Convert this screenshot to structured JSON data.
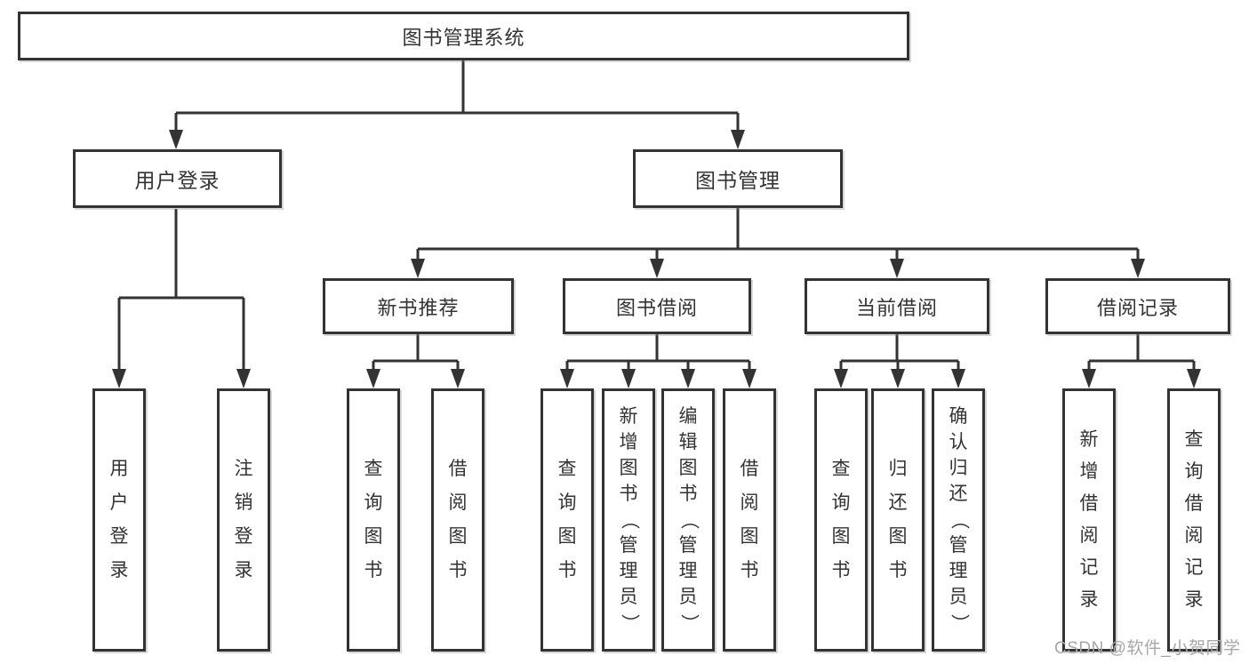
{
  "tree": {
    "root": "图书管理系统",
    "branches": [
      {
        "label": "用户登录",
        "children": [
          "用户登录",
          "注销登录"
        ]
      },
      {
        "label": "图书管理",
        "children": [
          {
            "label": "新书推荐",
            "children": [
              "查询图书",
              "借阅图书"
            ]
          },
          {
            "label": "图书借阅",
            "children": [
              "查询图书",
              "新增图书（管理员）",
              "编辑图书（管理员）",
              "借阅图书"
            ]
          },
          {
            "label": "当前借阅",
            "children": [
              "查询图书",
              "归还图书",
              "确认归还（管理员）"
            ]
          },
          {
            "label": "借阅记录",
            "children": [
              "新增借阅记录",
              "查询借阅记录"
            ]
          }
        ]
      }
    ]
  },
  "watermark": {
    "text": "CSDN @软件_小贺同学"
  },
  "colors": {
    "line": "#333333",
    "box_border": "#333333",
    "text": "#333333",
    "watermark": "#a7a7a7",
    "background": "#ffffff"
  }
}
